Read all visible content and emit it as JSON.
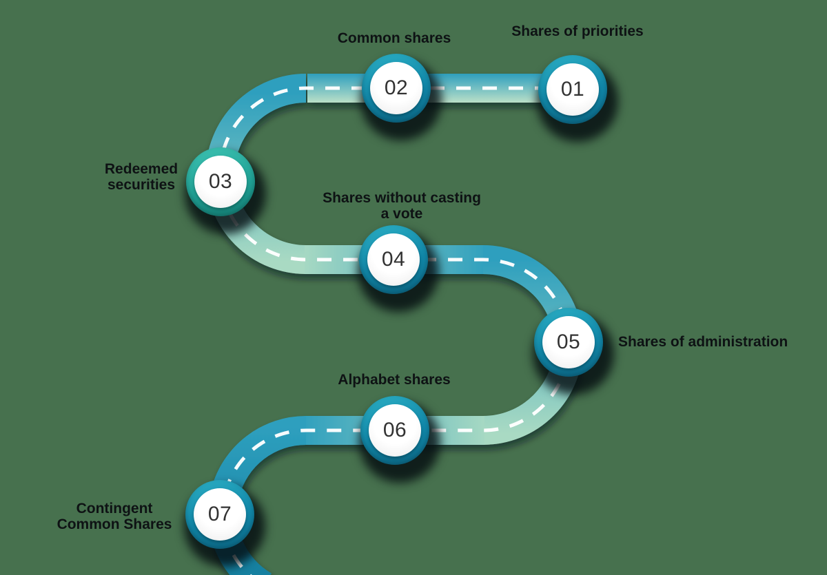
{
  "diagram": {
    "kind": "roadmap-infographic",
    "background_color": "#47714E",
    "colors": {
      "road_teal": "#2E9FBE",
      "road_pale_green": "#A9DAC3",
      "road_deep_teal": "#117C9C",
      "ring_blue": "#1187A8",
      "ring_green": "#1FA094",
      "dash_color": "#FFFFFF",
      "label_color": "#0E1214",
      "number_color": "#323232"
    },
    "nodes": [
      {
        "number": "01",
        "label": "Shares of priorities"
      },
      {
        "number": "02",
        "label": "Common shares"
      },
      {
        "number": "03",
        "label": "Redeemed\nsecurities"
      },
      {
        "number": "04",
        "label": "Shares without casting\na vote"
      },
      {
        "number": "05",
        "label": "Shares of administration"
      },
      {
        "number": "06",
        "label": "Alphabet shares"
      },
      {
        "number": "07",
        "label": "Contingent\nCommon Shares"
      }
    ]
  }
}
